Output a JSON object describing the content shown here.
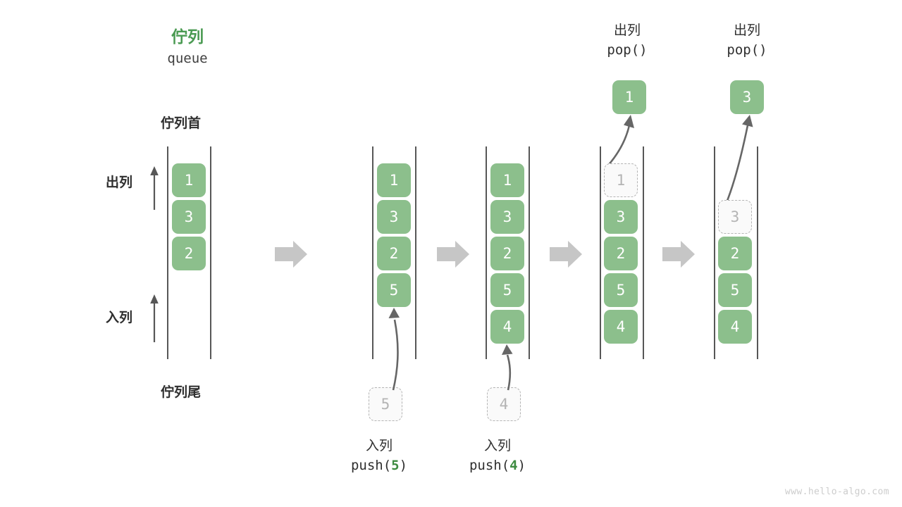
{
  "figure": {
    "title_cn": "佇列",
    "title_en": "queue",
    "head_label": "佇列首",
    "tail_label": "佇列尾",
    "dequeue_label": "出列",
    "enqueue_label": "入列",
    "watermark": "www.hello-algo.com",
    "accent_green": "#4a9a52",
    "cell_green": "#8cbf8c",
    "ghost_gray": "#b4b4b4",
    "rail_gray": "#575757",
    "flow_arrow_gray": "#c6c6c6"
  },
  "stages": [
    {
      "id": "initial",
      "cells": [
        {
          "value": "1",
          "state": "solid"
        },
        {
          "value": "3",
          "state": "solid"
        },
        {
          "value": "2",
          "state": "solid"
        }
      ],
      "operation": null,
      "incoming": null,
      "outgoing": null
    },
    {
      "id": "push-5",
      "cells": [
        {
          "value": "1",
          "state": "solid"
        },
        {
          "value": "3",
          "state": "solid"
        },
        {
          "value": "2",
          "state": "solid"
        },
        {
          "value": "5",
          "state": "solid"
        }
      ],
      "operation": {
        "kind": "push",
        "cn": "入列",
        "code_prefix": "push(",
        "value": "5",
        "code_suffix": ")"
      },
      "incoming": {
        "value": "5",
        "state": "ghost"
      },
      "outgoing": null
    },
    {
      "id": "push-4",
      "cells": [
        {
          "value": "1",
          "state": "solid"
        },
        {
          "value": "3",
          "state": "solid"
        },
        {
          "value": "2",
          "state": "solid"
        },
        {
          "value": "5",
          "state": "solid"
        },
        {
          "value": "4",
          "state": "solid"
        }
      ],
      "operation": {
        "kind": "push",
        "cn": "入列",
        "code_prefix": "push(",
        "value": "4",
        "code_suffix": ")"
      },
      "incoming": {
        "value": "4",
        "state": "ghost"
      },
      "outgoing": null
    },
    {
      "id": "pop-1",
      "cells": [
        {
          "value": "1",
          "state": "ghost"
        },
        {
          "value": "3",
          "state": "solid"
        },
        {
          "value": "2",
          "state": "solid"
        },
        {
          "value": "5",
          "state": "solid"
        },
        {
          "value": "4",
          "state": "solid"
        }
      ],
      "operation": {
        "kind": "pop",
        "cn": "出列",
        "code_prefix": "pop(",
        "value": "",
        "code_suffix": ")"
      },
      "incoming": null,
      "outgoing": {
        "value": "1",
        "state": "solid"
      }
    },
    {
      "id": "pop-3",
      "cells": [
        {
          "value": "",
          "state": "empty"
        },
        {
          "value": "3",
          "state": "ghost"
        },
        {
          "value": "2",
          "state": "solid"
        },
        {
          "value": "5",
          "state": "solid"
        },
        {
          "value": "4",
          "state": "solid"
        }
      ],
      "operation": {
        "kind": "pop",
        "cn": "出列",
        "code_prefix": "pop(",
        "value": "",
        "code_suffix": ")"
      },
      "incoming": null,
      "outgoing": {
        "value": "3",
        "state": "solid"
      }
    }
  ]
}
